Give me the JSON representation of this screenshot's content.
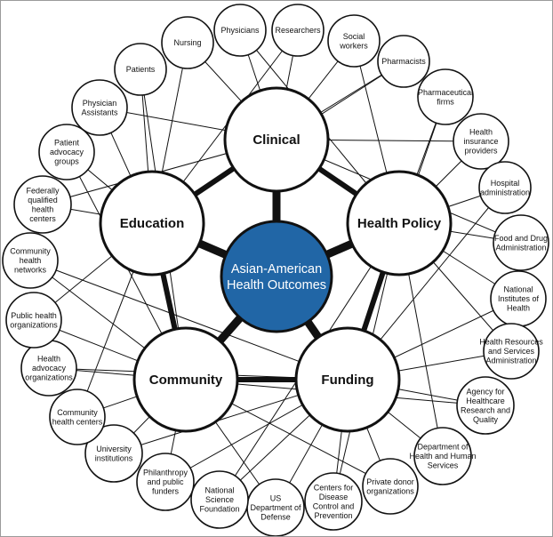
{
  "center": {
    "lines": [
      "Asian-American",
      "Health Outcomes"
    ],
    "color": "#2166a6"
  },
  "hubs": {
    "clinical": "Clinical",
    "education": "Education",
    "health_policy": "Health Policy",
    "community": "Community",
    "funding": "Funding"
  },
  "stakeholders": [
    {
      "lines": [
        "Nursing"
      ]
    },
    {
      "lines": [
        "Physicians"
      ]
    },
    {
      "lines": [
        "Researchers"
      ]
    },
    {
      "lines": [
        "Social",
        "workers"
      ]
    },
    {
      "lines": [
        "Pharmacists"
      ]
    },
    {
      "lines": [
        "Pharmaceutical",
        "firms"
      ]
    },
    {
      "lines": [
        "Health",
        "insurance",
        "providers"
      ]
    },
    {
      "lines": [
        "Hospital",
        "administration"
      ]
    },
    {
      "lines": [
        "Food and Drug",
        "Administration"
      ]
    },
    {
      "lines": [
        "National",
        "Institutes of",
        "Health"
      ]
    },
    {
      "lines": [
        "Health Resources",
        "and Services",
        "Administration"
      ]
    },
    {
      "lines": [
        "Agency for",
        "Healthcare",
        "Research and",
        "Quality"
      ]
    },
    {
      "lines": [
        "Department of",
        "Health and Human",
        "Services"
      ]
    },
    {
      "lines": [
        "Private donor",
        "organizations"
      ]
    },
    {
      "lines": [
        "Centers for",
        "Disease",
        "Control and",
        "Prevention"
      ]
    },
    {
      "lines": [
        "US",
        "Department of",
        "Defense"
      ]
    },
    {
      "lines": [
        "National",
        "Science",
        "Foundation"
      ]
    },
    {
      "lines": [
        "Philanthropy",
        "and public",
        "funders"
      ]
    },
    {
      "lines": [
        "University",
        "institutions"
      ]
    },
    {
      "lines": [
        "Community",
        "health centers"
      ]
    },
    {
      "lines": [
        "Health",
        "advocacy",
        "organizations"
      ]
    },
    {
      "lines": [
        "Public health",
        "organizations"
      ]
    },
    {
      "lines": [
        "Community",
        "health",
        "networks"
      ]
    },
    {
      "lines": [
        "Federally",
        "qualified",
        "health",
        "centers"
      ]
    },
    {
      "lines": [
        "Patient",
        "advocacy",
        "groups"
      ]
    },
    {
      "lines": [
        "Physician",
        "Assistants"
      ]
    },
    {
      "lines": [
        "Patients"
      ]
    }
  ]
}
